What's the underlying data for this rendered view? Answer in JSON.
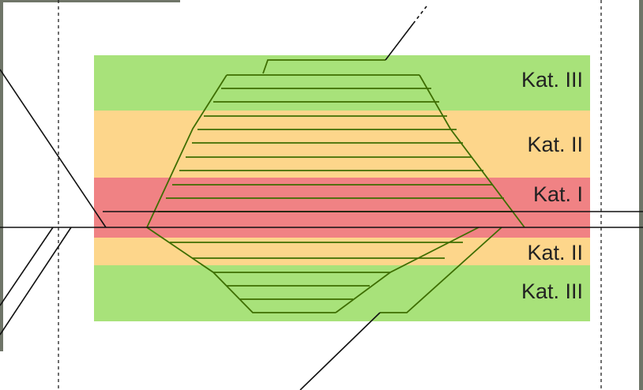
{
  "zones": [
    {
      "label": "Kat. III",
      "color": "#a8e27a"
    },
    {
      "label": "Kat. II",
      "color": "#fdd68b"
    },
    {
      "label": "Kat. I",
      "color": "#f08284"
    },
    {
      "label": "Kat. II",
      "color": "#fdd68b"
    },
    {
      "label": "Kat. III",
      "color": "#a8e27a"
    }
  ],
  "colors": {
    "hazard_lines": "#3e6e00",
    "track_lines": "#111111",
    "boundary_lines": "#222222",
    "photo_background": "#6f7568"
  }
}
